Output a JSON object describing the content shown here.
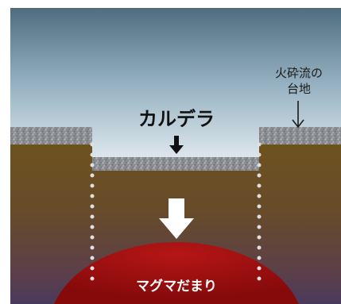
{
  "labels": {
    "caldera": "カルデラ",
    "pyroclastic_line1": "火砕流の",
    "pyroclastic_line2": "台地",
    "magma_chamber": "マグマだまり"
  },
  "colors": {
    "sky_top": "#4e6d7f",
    "sky_mid": "#9fb9c8",
    "sky_bottom": "#e6eef3",
    "ground_top": "#6e531e",
    "ground_bottom": "#5d4048",
    "deep_purple": "#4e3a5a",
    "magma": "#8c0b0b",
    "magma_highlight": "#b01414",
    "crust": "#8e9296",
    "dots": "#e2e2e2",
    "arrow_white": "#ffffff",
    "arrow_black": "#111111"
  },
  "icons": {
    "caldera_pointer": "arrow-down-icon",
    "plateau_pointer": "thin-arrow-down-icon",
    "collapse_arrow": "big-white-arrow-down-icon"
  }
}
